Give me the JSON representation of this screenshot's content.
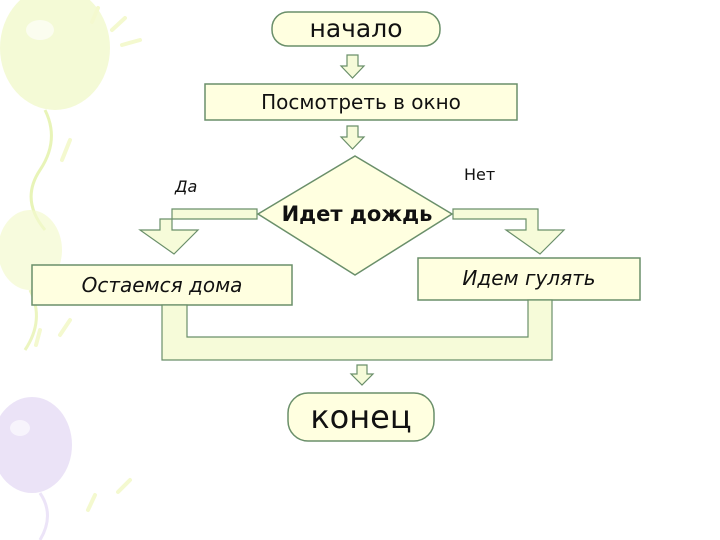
{
  "diagram": {
    "start": "начало",
    "step_look": "Посмотреть в окно",
    "decision": "Идет дождь",
    "yes_label": "Да",
    "no_label": "Нет",
    "branch_yes": "Остаемся дома",
    "branch_no": "Идем гулять",
    "end": "конец"
  },
  "colors": {
    "box_fill": "#ffffe0",
    "box_stroke": "#6a8f6a",
    "connector_fill": "#f6fbd9"
  }
}
